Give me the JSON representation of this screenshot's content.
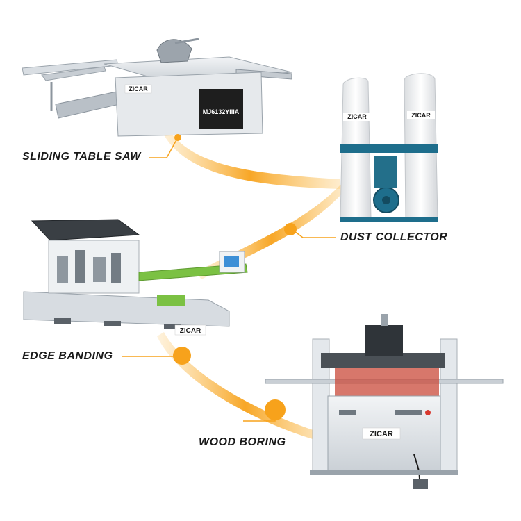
{
  "labels": {
    "saw": "SLIDING TABLE SAW",
    "dust": "DUST COLLECTOR",
    "edge": "EDGE BANDING",
    "boring": "WOOD BORING"
  },
  "brand": "ZICAR",
  "saw_model": "MJ6132YIIIA",
  "colors": {
    "accent": "#F7A21B",
    "machine": "#E4E8EC",
    "machine_dark": "#B9C0C7",
    "panel": "#1E1E1E",
    "green": "#7BC143",
    "teal": "#1E6E8C"
  }
}
